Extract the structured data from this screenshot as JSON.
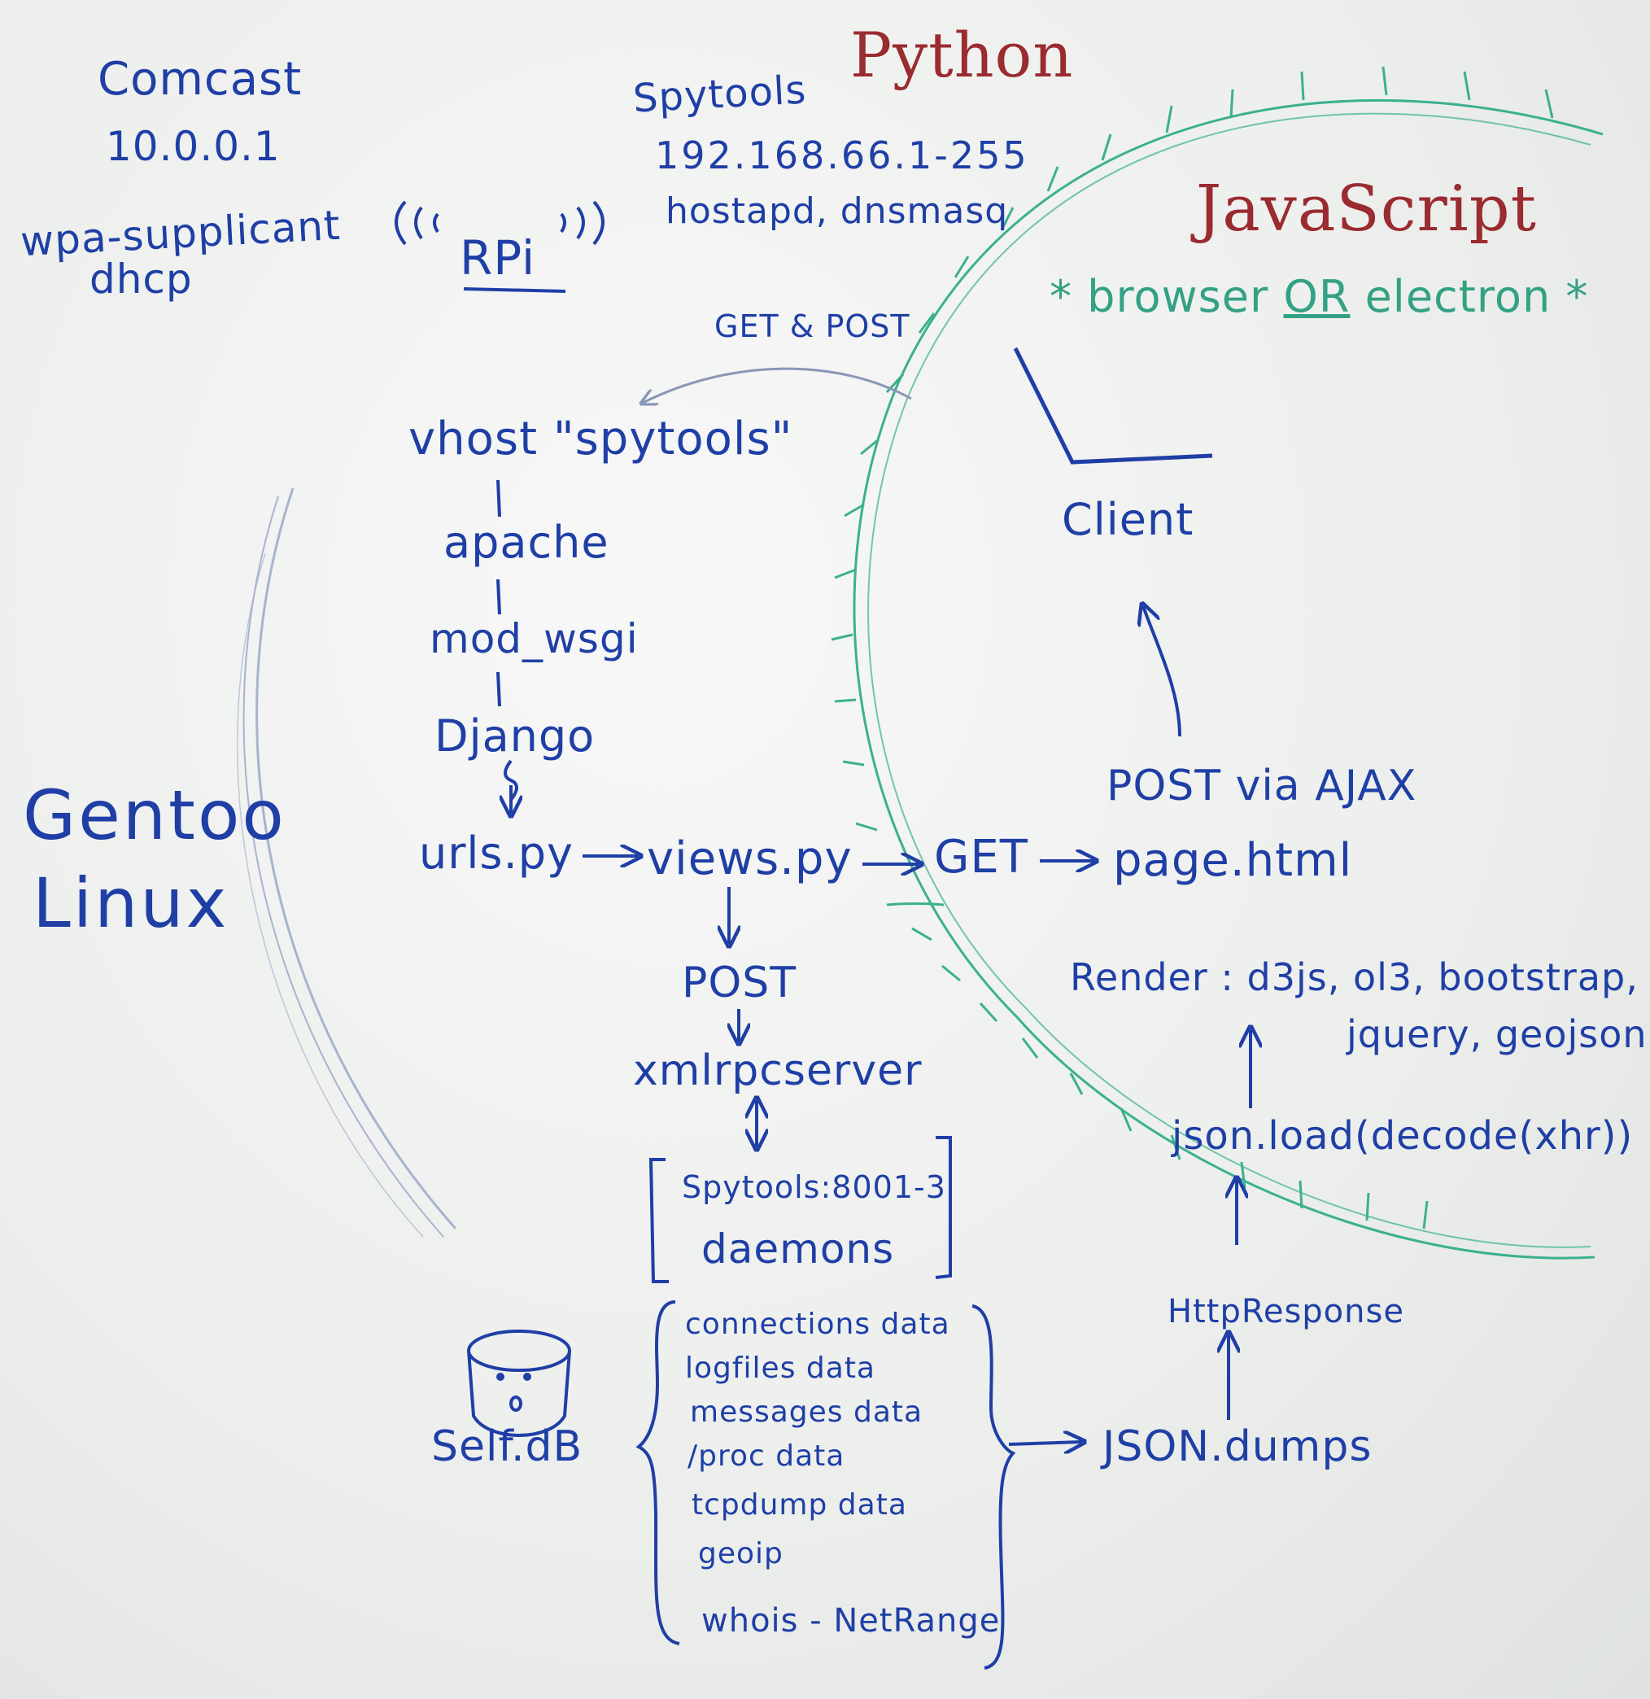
{
  "network": {
    "isp": "Comcast",
    "isp_ip": "10.0.0.1",
    "wpa": "wpa-supplicant",
    "dhcp": "dhcp",
    "rpi": "RPi",
    "spytools": "Spytools",
    "ip_range": "192.168.66.1-255",
    "services": "hostapd, dnsmasq"
  },
  "languages": {
    "python": "Python",
    "javascript": "JavaScript",
    "runtime_prefix": "* browser ",
    "runtime_or": "OR",
    "runtime_suffix": " electron *"
  },
  "server": {
    "get_post_label": "GET & POST",
    "vhost": "vhost \"spytools\"",
    "apache": "apache",
    "mod_wsgi": "mod_wsgi",
    "django": "Django",
    "urls": "urls.py",
    "views": "views.py",
    "get": "GET",
    "page": "page.html",
    "post": "POST",
    "xmlrpc": "xmlrpcserver",
    "daemons_port": "Spytools:8001-3",
    "daemons": "daemons",
    "db": "Self.dB",
    "json_dumps": "JSON.dumps",
    "http_response": "HttpResponse"
  },
  "os": {
    "line1": "Gentoo",
    "line2": "Linux"
  },
  "client": {
    "label": "Client",
    "post_ajax": "POST via AJAX",
    "render_line1": "Render : d3js, ol3, bootstrap,",
    "render_line2": "jquery, geojson",
    "json_load": "json.load(decode(xhr))"
  },
  "data_sources": [
    "connections data",
    "logfiles data",
    "messages data",
    "/proc data",
    "tcpdump data",
    "geoip",
    "whois - NetRange"
  ]
}
